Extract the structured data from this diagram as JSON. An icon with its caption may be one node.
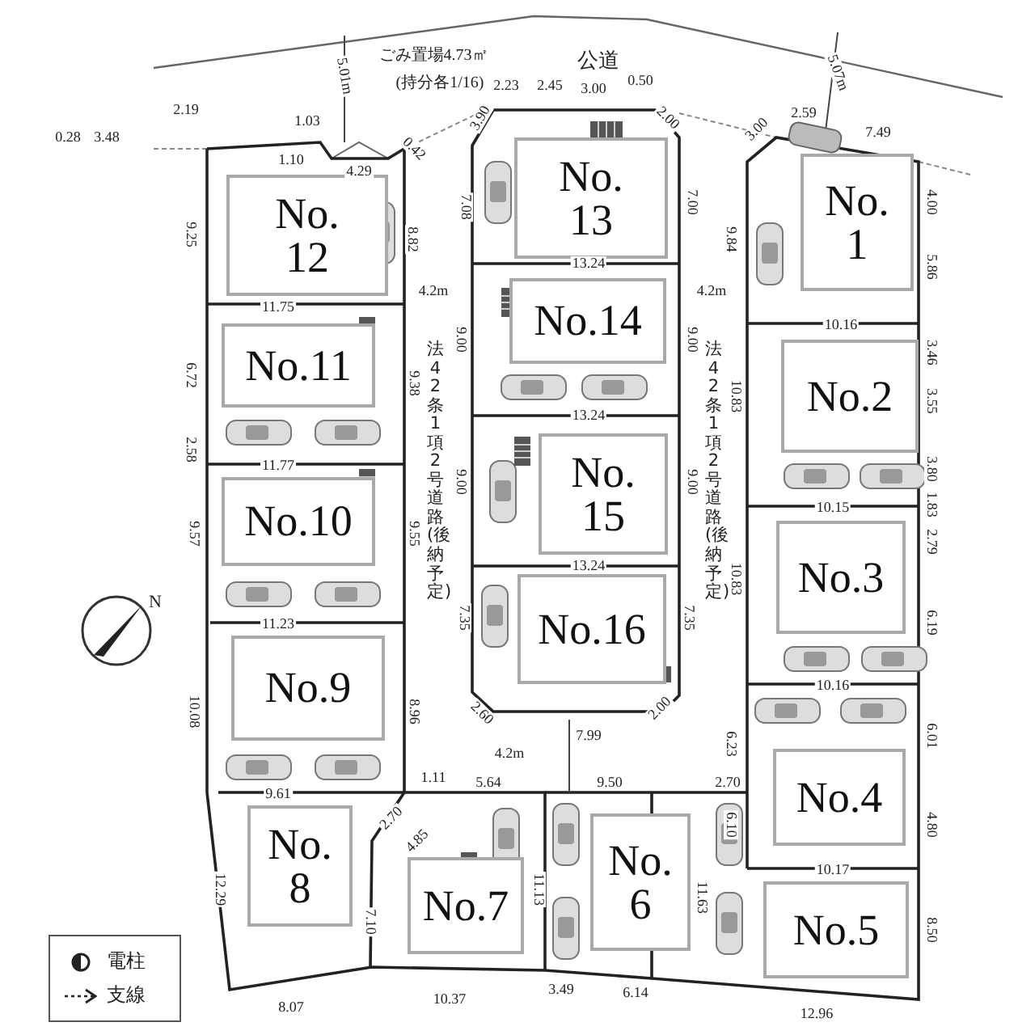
{
  "diagram": {
    "nodes": [
      {
        "text": [
          "No. 12"
        ]
      },
      {
        "text": [
          "No. 13"
        ]
      },
      {
        "text": [
          "No. 1"
        ]
      },
      {
        "text": [
          "No.11"
        ]
      },
      {
        "text": [
          "No.14"
        ]
      },
      {
        "text": [
          "No.2"
        ]
      },
      {
        "text": [
          "No.10"
        ]
      },
      {
        "text": [
          "No. 15"
        ]
      },
      {
        "text": [
          "No.3"
        ]
      },
      {
        "text": [
          "No.9"
        ]
      },
      {
        "text": [
          "No.16"
        ]
      },
      {
        "text": [
          "No.4"
        ]
      },
      {
        "text": [
          "No. 8"
        ]
      },
      {
        "text": [
          "No.7"
        ]
      },
      {
        "text": [
          "No. 6"
        ]
      },
      {
        "text": [
          "No.5"
        ]
      }
    ],
    "edges": [],
    "labels": [
      "ごみ置場4.73㎡",
      "公道",
      "(持分各1/16)",
      "5.01m",
      "2.19",
      "1.03",
      "0.28",
      "3.48",
      "1.10",
      "0.42",
      "4.29",
      "3.90",
      "2.23",
      "2.45",
      "3.00",
      "0.50",
      "2.00",
      "3.00",
      "2.59",
      "5.07m",
      "7.49",
      "9.25",
      "8.82",
      "7.08",
      "7.00",
      "9.84",
      "4.00",
      "5.86",
      "13.24",
      "4.2m",
      "4.2m",
      "11.75",
      "10.16",
      "9.00",
      "9.00",
      "法42条1項2号道路(後納予定)",
      "法42条1項2号道路(後納予定)",
      "3.46",
      "6.72",
      "9.38",
      "10.83",
      "3.55",
      "13.24",
      "2.58",
      "11.77",
      "3.80",
      "9.00",
      "9.00",
      "1.83",
      "10.15",
      "9.57",
      "9.55",
      "2.79",
      "13.24",
      "10.83",
      "7.35",
      "7.35",
      "11.23",
      "6.19",
      "10.16",
      "10.08",
      "8.96",
      "2.60",
      "2.00",
      "7.99",
      "6.23",
      "6.01",
      "4.2m",
      "1.11",
      "5.64",
      "9.50",
      "2.70",
      "9.61",
      "2.70",
      "4.85",
      "6.10",
      "4.80",
      "10.17",
      "12.29",
      "11.13",
      "11.63",
      "7.10",
      "8.50",
      "3.49",
      "6.14",
      "10.37",
      "8.07",
      "12.96",
      "N"
    ],
    "legend": [
      {
        "text": "電柱"
      },
      {
        "text": "支線"
      }
    ]
  }
}
